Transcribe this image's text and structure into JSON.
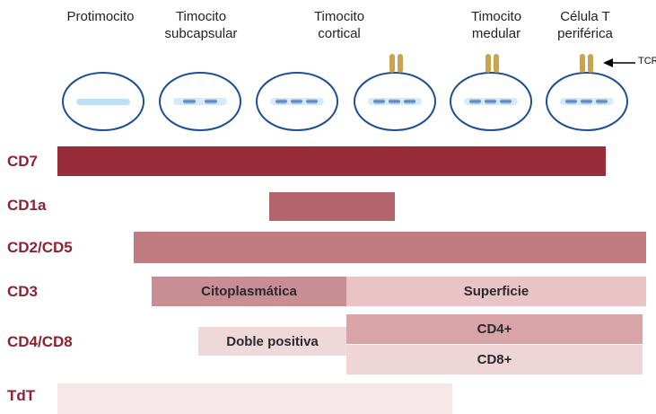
{
  "stages": [
    {
      "label": "Protimocito"
    },
    {
      "label": "Timocito\nsubcapsular"
    },
    {
      "label": "Timocito\ncortical"
    },
    {
      "label": "Timocito\nmedular"
    },
    {
      "label": "Célula T\nperiférica"
    }
  ],
  "tcr_label": "TCR",
  "markers": {
    "cd7": "CD7",
    "cd1a": "CD1a",
    "cd2cd5": "CD2/CD5",
    "cd3": "CD3",
    "cd4cd8": "CD4/CD8",
    "tdt": "TdT"
  },
  "bar_labels": {
    "cd3_cyto": "Citoplasmática",
    "cd3_surface": "Superficie",
    "double_positive": "Doble positiva",
    "cd4": "CD4+",
    "cd8": "CD8+"
  },
  "colors": {
    "cd7": "#982d39",
    "cd1a": "#b4646b",
    "cd2cd5": "#bf7b80",
    "cd3_cyto": "#c98e93",
    "cd3_surface": "#e9c3c6",
    "double_positive": "#efd8da",
    "cd4": "#d9a4a8",
    "cd8": "#eed6d8",
    "tdt": "#f6e8e9",
    "cell_outline": "#1d4f98",
    "tcr": "#c8a44e"
  }
}
